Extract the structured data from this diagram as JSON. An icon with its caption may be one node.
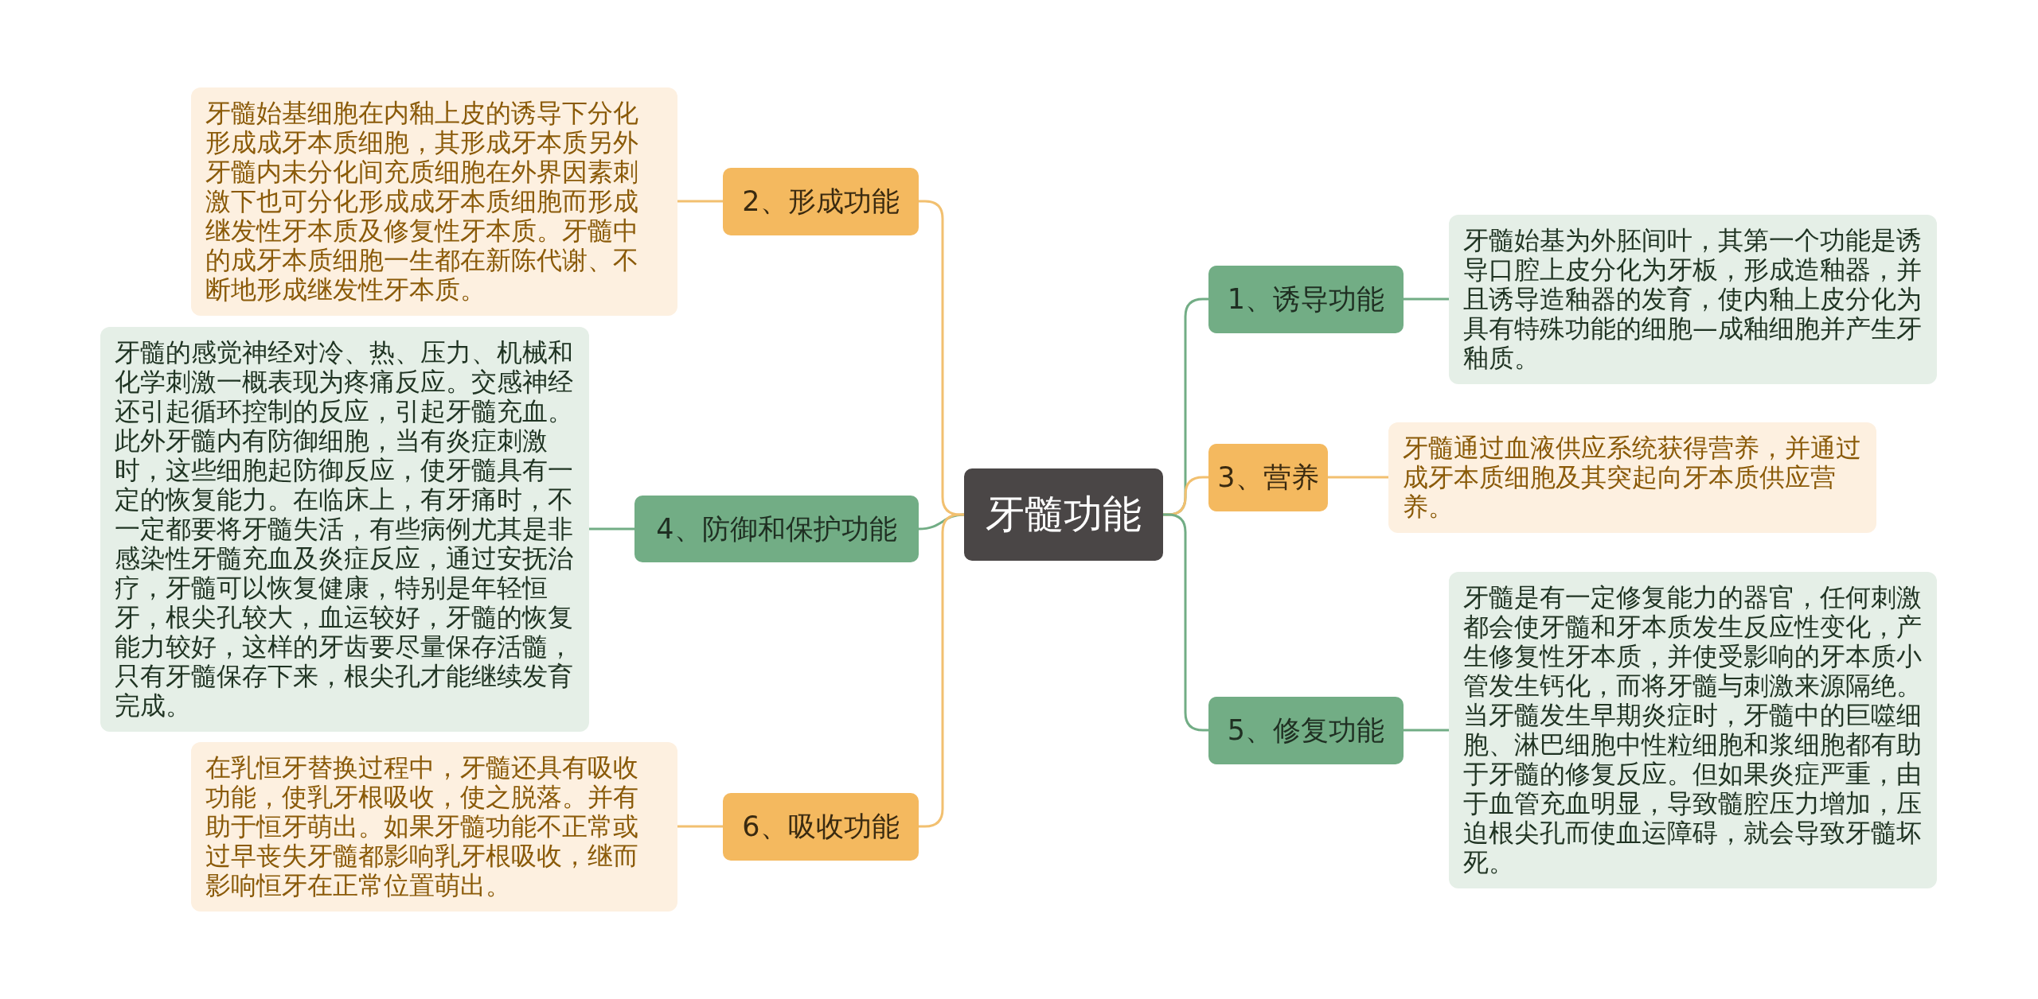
{
  "diagram": {
    "nodes": [
      {
        "text": [
          "牙髓功能"
        ]
      },
      {
        "text": [
          "1、诱导功能"
        ]
      },
      {
        "text": [
          "牙髓始基为外胚间叶，其第一个功能是诱导口腔上皮分化为牙板，形成造釉器，并且诱导造釉器的发育，使内釉上皮分化为具有特殊功能的细胞—成釉细胞并产生牙釉质。"
        ]
      },
      {
        "text": [
          "3、营养"
        ]
      },
      {
        "text": [
          "牙髓通过血液供应系统获得营养，并通过成牙本质细胞及其突起向牙本质供应营养。"
        ]
      },
      {
        "text": [
          "5、修复功能"
        ]
      },
      {
        "text": [
          "牙髓是有一定修复能力的器官，任何刺激都会使牙髓和牙本质发生反应性变化，产生修复性牙本质，并使受影响的牙本质小管发生钙化，而将牙髓与刺激来源隔绝。当牙髓发生早期炎症时，牙髓中的巨噬细胞、淋巴细胞中性粒细胞和浆细胞都有助于牙髓的修复反应。但如果炎症严重，由于血管充血明显，导致髓腔压力增加，压迫根尖孔而使血运障碍，就会导致牙髓坏死。"
        ]
      },
      {
        "text": [
          "2、形成功能"
        ]
      },
      {
        "text": [
          "牙髓始基细胞在内釉上皮的诱导下分化形成成牙本质细胞，其形成牙本质另外牙髓内未分化间充质细胞在外界因素刺激下也可分化形成成牙本质细胞而形成继发性牙本质及修复性牙本质。牙髓中的成牙本质细胞一生都在新陈代谢、不断地形成继发性牙本质。"
        ]
      },
      {
        "text": [
          "4、防御和保护功能"
        ]
      },
      {
        "text": [
          "牙髓的感觉神经对冷、热、压力、机械和化学刺激一概表现为疼痛反应。交感神经还引起循环控制的反应，引起牙髓充血。此外牙髓内有防御细胞，当有炎症刺激时，这些细胞起防御反应，使牙髓具有一定的恢复能力。在临床上，有牙痛时，不一定都要将牙髓失活，有些病例尤其是非感染性牙髓充血及炎症反应，通过安抚治疗，牙髓可以恢复健康，特别是年轻恒牙，根尖孔较大，血运较好，牙髓的恢复能力较好，这样的牙齿要尽量保存活髓，只有牙髓保存下来，根尖孔才能继续发育完成。"
        ]
      },
      {
        "text": [
          "6、吸收功能"
        ]
      },
      {
        "text": [
          "在乳恒牙替换过程中，牙髓还具有吸收功能，使乳牙根吸收，使之脱落。并有助于恒牙萌出。如果牙髓功能不正常或过早丧失牙髓都影响乳牙根吸收，继而影响恒牙在正常位置萌出。"
        ]
      }
    ],
    "edges": [
      {
        "from": 0,
        "to": 1,
        "arrow": "none"
      },
      {
        "from": 1,
        "to": 2,
        "arrow": "none"
      },
      {
        "from": 0,
        "to": 3,
        "arrow": "none",
        "color": "#f2c070"
      },
      {
        "from": 3,
        "to": 4,
        "arrow": "none",
        "color": "#f2c070"
      },
      {
        "from": 0,
        "to": 5,
        "arrow": "none"
      },
      {
        "from": 5,
        "to": 6,
        "arrow": "none"
      },
      {
        "from": 0,
        "to": 7,
        "arrow": "none",
        "color": "#f2c070"
      },
      {
        "from": 7,
        "to": 8,
        "arrow": "none",
        "color": "#f2c070"
      },
      {
        "from": 0,
        "to": 9,
        "arrow": "none"
      },
      {
        "from": 9,
        "to": 10,
        "arrow": "none"
      },
      {
        "from": 0,
        "to": 11,
        "arrow": "none",
        "color": "#f2c070"
      },
      {
        "from": 11,
        "to": 12,
        "arrow": "none",
        "color": "#f2c070"
      }
    ]
  }
}
